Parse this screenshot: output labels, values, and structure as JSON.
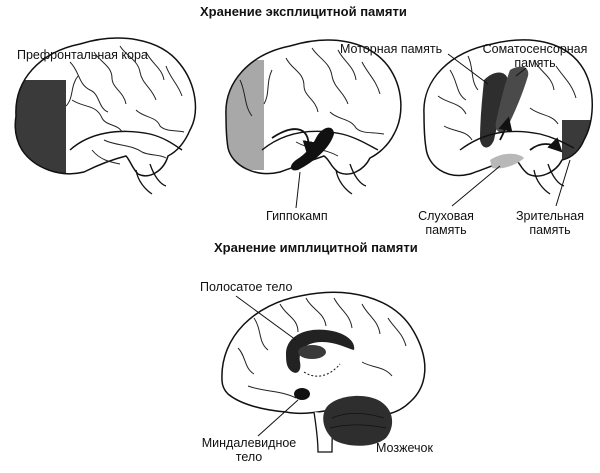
{
  "explicit": {
    "title": "Хранение эксплицитной памяти",
    "labels": {
      "prefrontal": "Префронтальная кора",
      "motor": "Моторная память",
      "somato_line1": "Соматосенсорная",
      "somato_line2": "память",
      "hippocampus": "Гиппокамп",
      "auditory_line1": "Слуховая",
      "auditory_line2": "память",
      "visual_line1": "Зрительная",
      "visual_line2": "память"
    }
  },
  "implicit": {
    "title": "Хранение имплицитной памяти",
    "labels": {
      "striatum": "Полосатое тело",
      "amygdala_line1": "Миндалевидное",
      "amygdala_line2": "тело",
      "cerebellum": "Мозжечок"
    }
  },
  "colors": {
    "dark_region": "#3a3a3a",
    "light_region": "#a8a8a8",
    "outline": "#111111"
  }
}
